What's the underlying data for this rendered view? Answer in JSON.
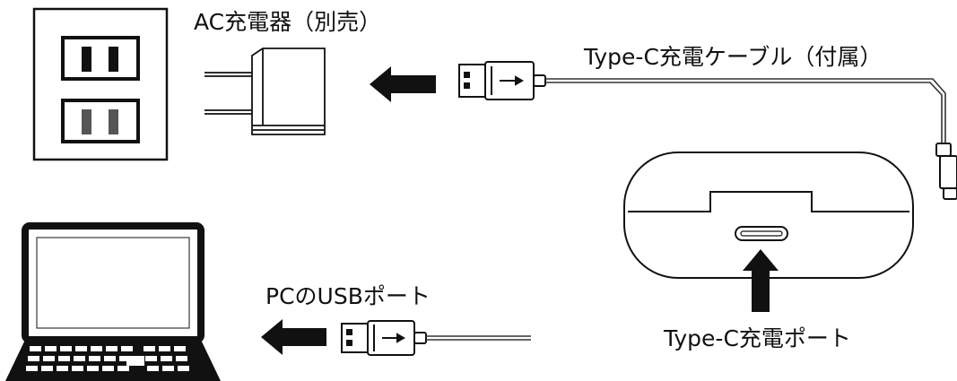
{
  "labels": {
    "ac_charger": "AC充電器（別売）",
    "cable": "Type-C充電ケーブル（付属）",
    "pc_usb": "PCのUSBポート",
    "typec_port": "Type-C充電ポート"
  },
  "icons": {
    "outlet": "wall-outlet-icon",
    "adapter": "ac-adapter-icon",
    "arrow": "left-arrow-icon",
    "usb": "usb-plug-icon",
    "laptop": "laptop-icon",
    "case": "earbuds-case-icon"
  },
  "colors": {
    "ink": "#111111",
    "gray_slot": "#666666",
    "line": "#333333"
  }
}
